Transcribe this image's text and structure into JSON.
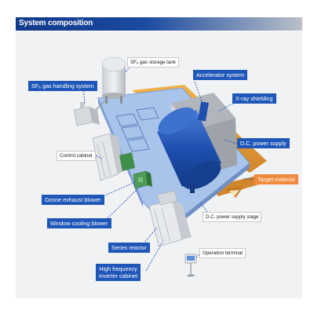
{
  "header": {
    "title": "System composition"
  },
  "labels": {
    "sf6_storage": "SF₆ gas storage tank",
    "sf6_handling": "SF₆ gas handling system",
    "accelerator": "Accelerator system",
    "xray": "X-ray shielding",
    "dc_power": "D.C. power supply",
    "target": "Target material",
    "dc_stage": "D.C. power supply stage",
    "control_cabinet": "Control cabinet",
    "ozone": "Ozone exhaust blower",
    "window_cooling": "Window cooling blower",
    "series_reactor": "Series reactor",
    "hf_inverter_1": "High frequency",
    "hf_inverter_2": "inverter cabinet",
    "operation_terminal": "Operation terminal"
  },
  "colors": {
    "header_blue": "#1b4aa0",
    "label_blue": "#1f57b8",
    "label_orange": "#ef8a3c",
    "platform_blue": "#a9c4ea",
    "tank_blue": "#1e4fb0",
    "conveyor_orange": "#e39a32"
  }
}
